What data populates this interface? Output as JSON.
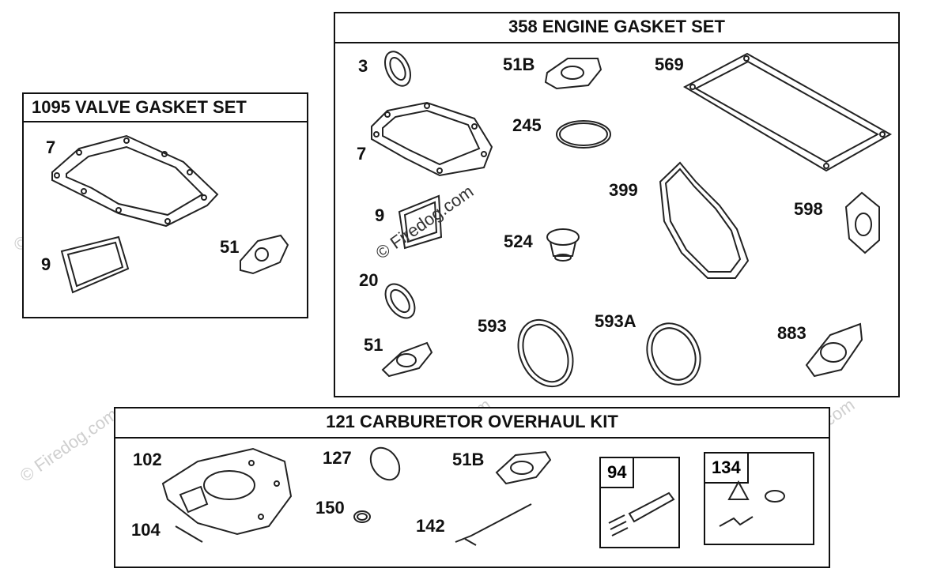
{
  "watermark": "© Firedog.com",
  "kits": {
    "valve": {
      "title": "1095 VALVE GASKET SET"
    },
    "engine": {
      "title": "358 ENGINE GASKET SET"
    },
    "carb": {
      "title": "121 CARBURETOR OVERHAUL KIT"
    },
    "sub94": {
      "title": "94"
    },
    "sub134": {
      "title": "134"
    }
  },
  "callouts": {
    "valve": [
      "7",
      "9",
      "51"
    ],
    "engine": [
      "3",
      "51B",
      "569",
      "245",
      "7",
      "399",
      "9",
      "598",
      "524",
      "20",
      "593",
      "593A",
      "883",
      "51"
    ],
    "carb": [
      "102",
      "127",
      "51B",
      "150",
      "142",
      "104"
    ]
  }
}
